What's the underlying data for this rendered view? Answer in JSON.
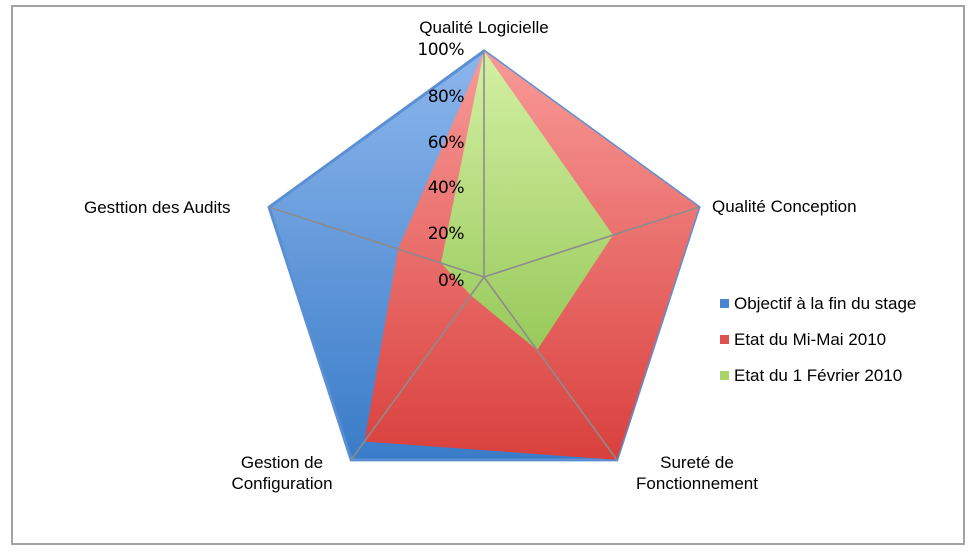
{
  "chart_data": {
    "type": "radar",
    "title": "",
    "categories": [
      "Qualité Logicielle",
      "Qualité Conception",
      "Sureté de Fonctionnement",
      "Gestion de Configuration",
      "Gesttion des Audits"
    ],
    "series": [
      {
        "name": "Objectif à la fin du stage",
        "color": "#4a86d0",
        "values": [
          100,
          100,
          100,
          100,
          100
        ]
      },
      {
        "name": "Etat du Mi-Mai 2010",
        "color": "#e0504d",
        "values": [
          100,
          100,
          100,
          90,
          40
        ]
      },
      {
        "name": "Etat du 1 Février 2010",
        "color": "#a8d46a",
        "values": [
          100,
          60,
          40,
          10,
          20
        ]
      }
    ],
    "axis": {
      "range": [
        0,
        100
      ],
      "ticks": [
        "0%",
        "20%",
        "40%",
        "60%",
        "80%",
        "100%"
      ],
      "grid": "spokes only"
    },
    "legend_position": "right"
  },
  "labels": {
    "axis_top": "Qualité Logicielle",
    "axis_right_upper": "Qualité Conception",
    "axis_right_lower_line1": "Sureté de",
    "axis_right_lower_line2": "Fonctionnement",
    "axis_left_lower_line1": "Gestion de",
    "axis_left_lower_line2": "Configuration",
    "axis_left_upper": "Gesttion des Audits"
  },
  "ticks": [
    "100%",
    "80%",
    "60%",
    "40%",
    "20%",
    "0%"
  ],
  "legend": [
    {
      "label": "Objectif à la fin du stage",
      "color": "#4a86d0"
    },
    {
      "label": "Etat du Mi-Mai 2010",
      "color": "#e0504d"
    },
    {
      "label": "Etat du 1 Février 2010",
      "color": "#a8d46a"
    }
  ]
}
